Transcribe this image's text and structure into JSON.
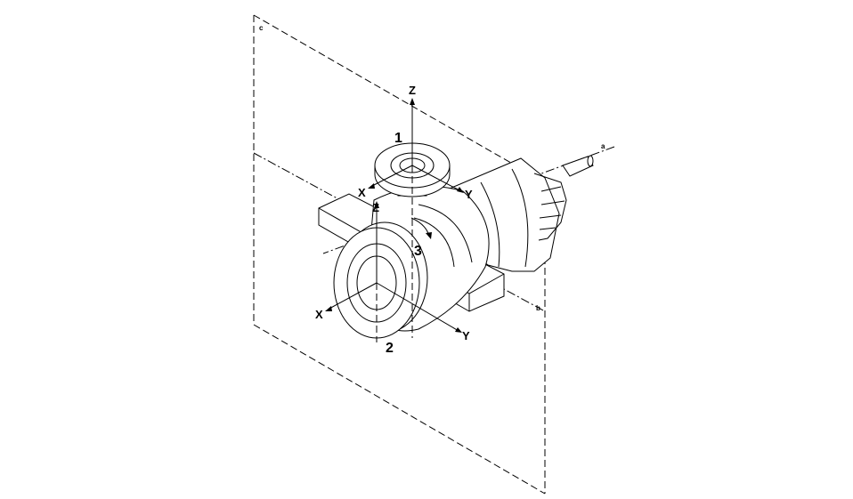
{
  "diagram": {
    "labels": {
      "suction_z": "Z",
      "discharge_number": "1",
      "discharge_x": "X",
      "discharge_y": "Y",
      "casing_z": "Z",
      "casing_number": "3",
      "suction_x": "X",
      "suction_number": "2",
      "suction_y": "Y",
      "axis_a": "a",
      "axis_b": "b",
      "axis_c": "c"
    }
  }
}
